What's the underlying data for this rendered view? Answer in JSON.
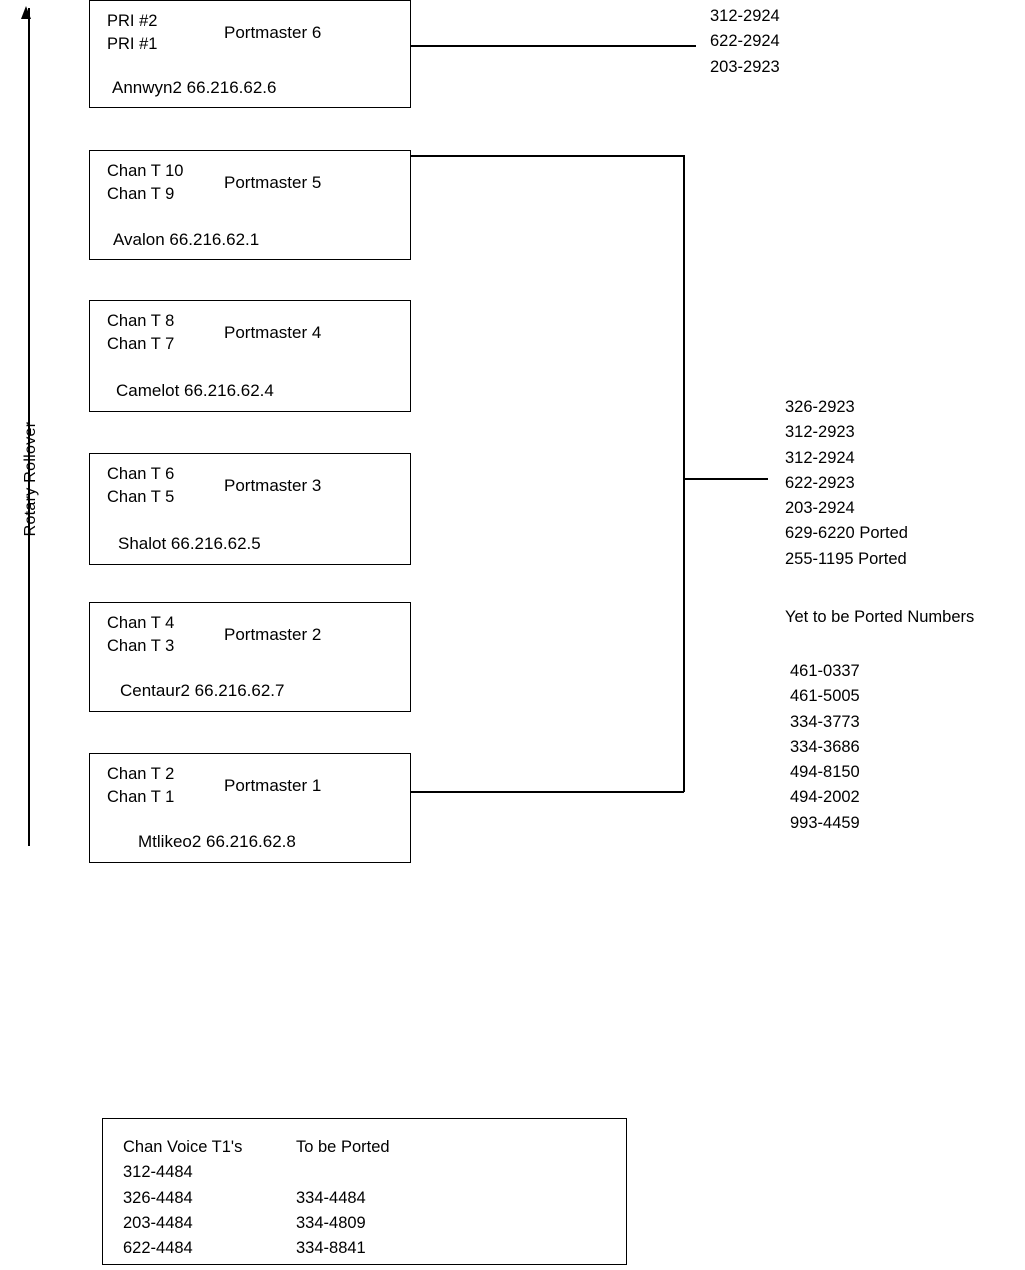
{
  "diagram": {
    "rollover_label": "Rotary Rollover",
    "portmasters": [
      {
        "title": "Portmaster 6",
        "chan_top": "PRI #2",
        "chan_bottom": "PRI #1",
        "host": "Annwyn2 66.216.62.6"
      },
      {
        "title": "Portmaster 5",
        "chan_top": "Chan T 10",
        "chan_bottom": "Chan T 9",
        "host": "Avalon 66.216.62.1"
      },
      {
        "title": "Portmaster 4",
        "chan_top": "Chan T 8",
        "chan_bottom": "Chan T 7",
        "host": "Camelot 66.216.62.4"
      },
      {
        "title": "Portmaster 3",
        "chan_top": "Chan T 6",
        "chan_bottom": "Chan T 5",
        "host": "Shalot 66.216.62.5"
      },
      {
        "title": "Portmaster 2",
        "chan_top": "Chan T 4",
        "chan_bottom": "Chan T 3",
        "host": "Centaur2 66.216.62.7"
      },
      {
        "title": "Portmaster 1",
        "chan_top": "Chan T 2",
        "chan_bottom": "Chan T 1",
        "host": "Mtlikeo2 66.216.62.8"
      }
    ],
    "pri_numbers": [
      "312-2924",
      "622-2924",
      "203-2923"
    ],
    "rotary_numbers": [
      "326-2923",
      "312-2923",
      "312-2924",
      "622-2923",
      "203-2924",
      "629-6220 Ported",
      "255-1195 Ported"
    ],
    "yet_to_be_ported_heading": "Yet to be Ported Numbers",
    "yet_to_be_ported_numbers": [
      "461-0337",
      "461-5005",
      "334-3773",
      "334-3686",
      "494-8150",
      "494-2002",
      "993-4459"
    ],
    "legend": {
      "left_heading": "Chan Voice T1's",
      "right_heading": "To be Ported",
      "left_numbers": [
        "312-4484",
        "326-4484",
        "203-4484",
        "622-4484"
      ],
      "right_numbers": [
        "",
        "334-4484",
        "334-4809",
        "334-8841"
      ]
    }
  },
  "colors": {
    "ink": "#000000",
    "paper": "#ffffff"
  }
}
